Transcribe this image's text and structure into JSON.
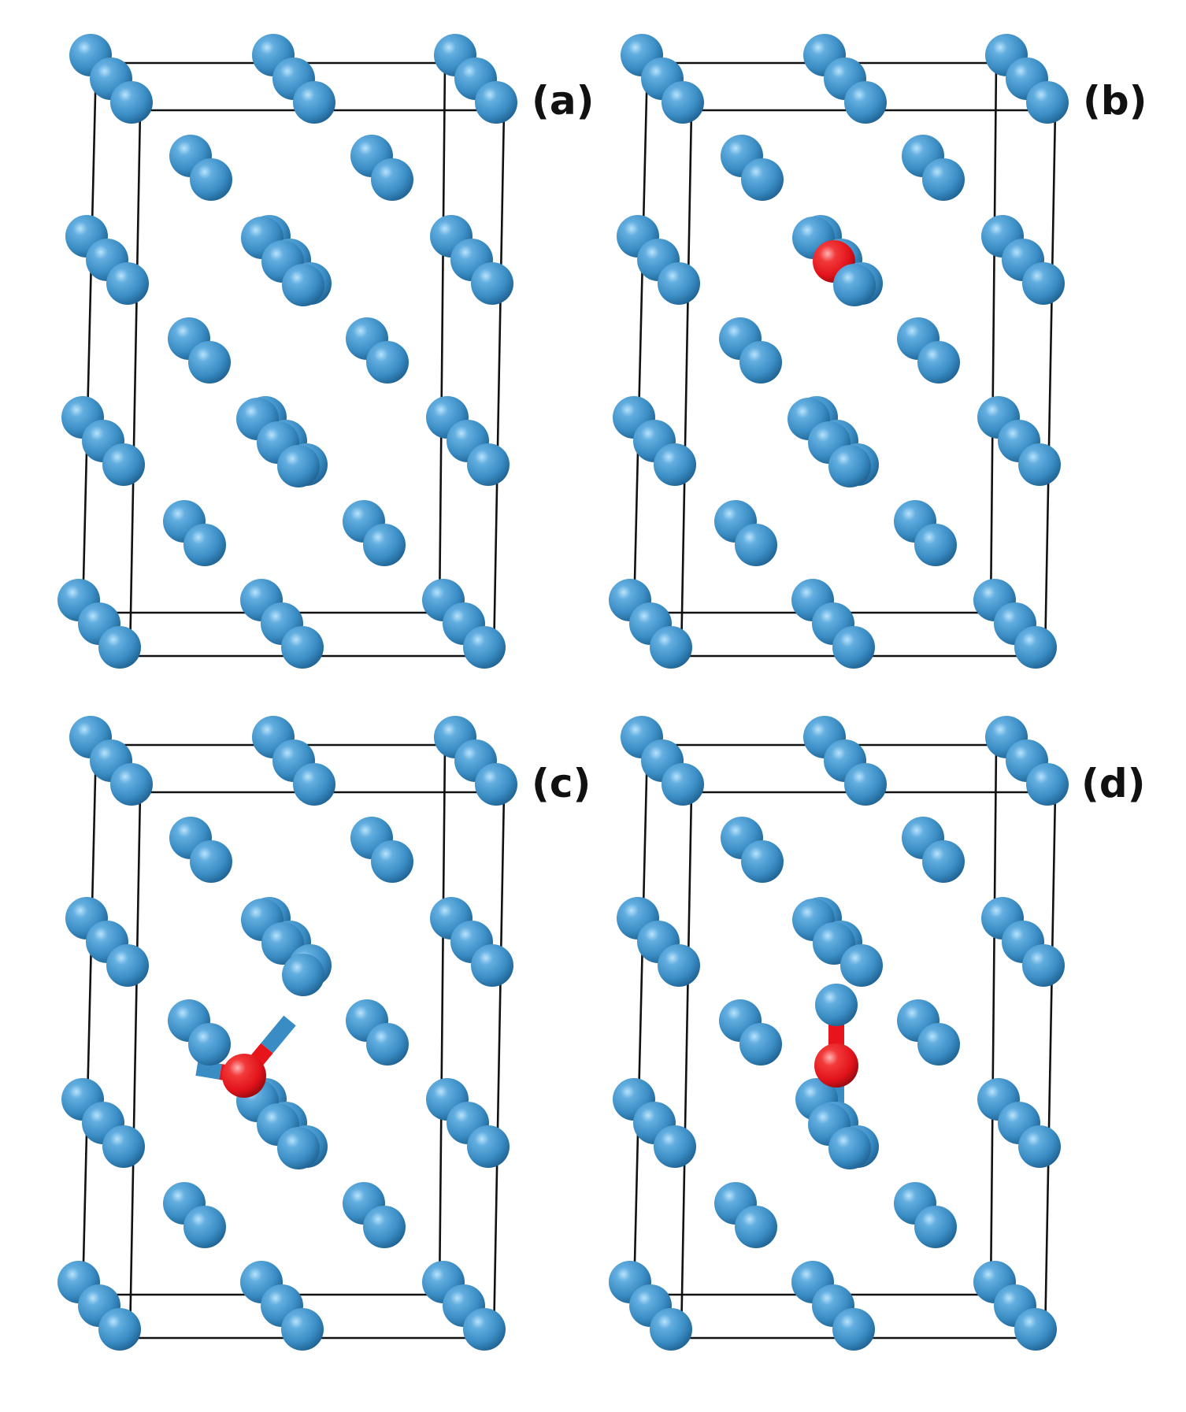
{
  "figure": {
    "description_colors": {
      "host_atom": "#3a8dc4",
      "host_atom_highlight": "#9fd2f0",
      "host_atom_shade": "#1d5f8f",
      "impurity_atom": "#e8141c",
      "impurity_highlight": "#ff9a9a",
      "impurity_shade": "#9a0a10",
      "cell_edge": "#111111"
    },
    "panels": [
      {
        "id": "a",
        "label": "(a)",
        "impurity": "none"
      },
      {
        "id": "b",
        "label": "(b)",
        "impurity": "substitutional"
      },
      {
        "id": "c",
        "label": "(c)",
        "impurity": "interstitial-bent"
      },
      {
        "id": "d",
        "label": "(d)",
        "impurity": "interstitial-linear"
      }
    ]
  }
}
